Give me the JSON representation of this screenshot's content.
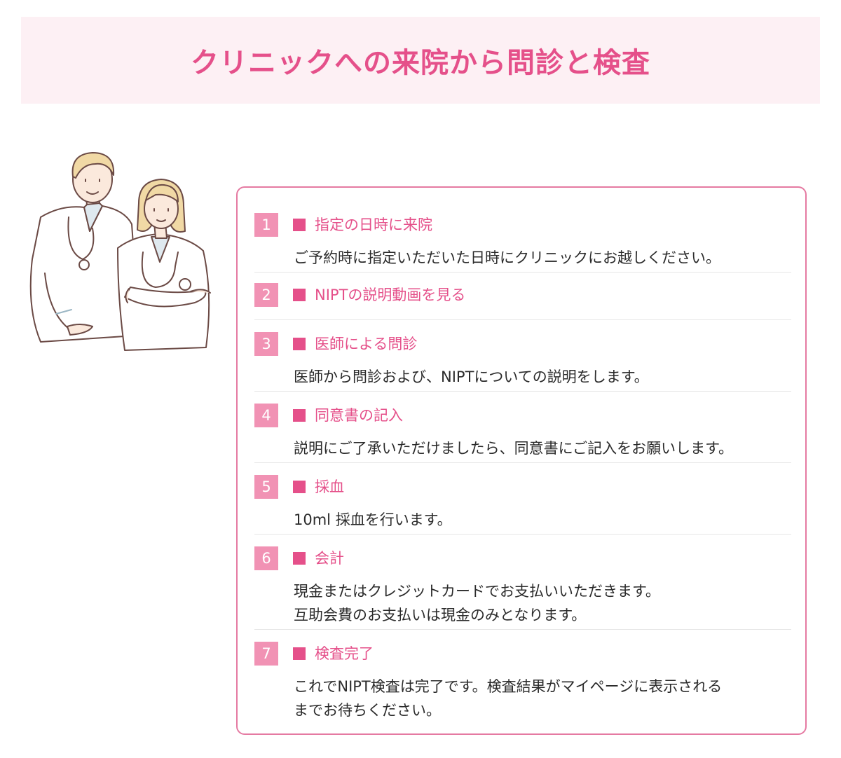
{
  "header": {
    "title": "クリニックへの来院から問診と検査"
  },
  "illustration": {
    "icon": "doctors-illustration-icon"
  },
  "colors": {
    "accent": "#e5508a",
    "number_bg": "#f192b4",
    "header_bg": "#fdf0f4",
    "box_border": "#e57aa2"
  },
  "steps": [
    {
      "number": "1",
      "title": "指定の日時に来院",
      "desc_lines": [
        "ご予約時に指定いただいた日時にクリニックにお越しください。"
      ]
    },
    {
      "number": "2",
      "title": "NIPTの説明動画を見る",
      "desc_lines": []
    },
    {
      "number": "3",
      "title": "医師による問診",
      "desc_lines": [
        "医師から問診および、NIPTについての説明をします。"
      ]
    },
    {
      "number": "4",
      "title": "同意書の記入",
      "desc_lines": [
        "説明にご了承いただけましたら、同意書にご記入をお願いします。"
      ]
    },
    {
      "number": "5",
      "title": "採血",
      "desc_lines": [
        "10ml 採血を行います。"
      ]
    },
    {
      "number": "6",
      "title": "会計",
      "desc_lines": [
        "現金またはクレジットカードでお支払いいただきます。",
        "互助会費のお支払いは現金のみとなります。"
      ]
    },
    {
      "number": "7",
      "title": "検査完了",
      "desc_lines": [
        "これでNIPT検査は完了です。検査結果がマイページに表示される",
        "までお待ちください。"
      ]
    }
  ]
}
